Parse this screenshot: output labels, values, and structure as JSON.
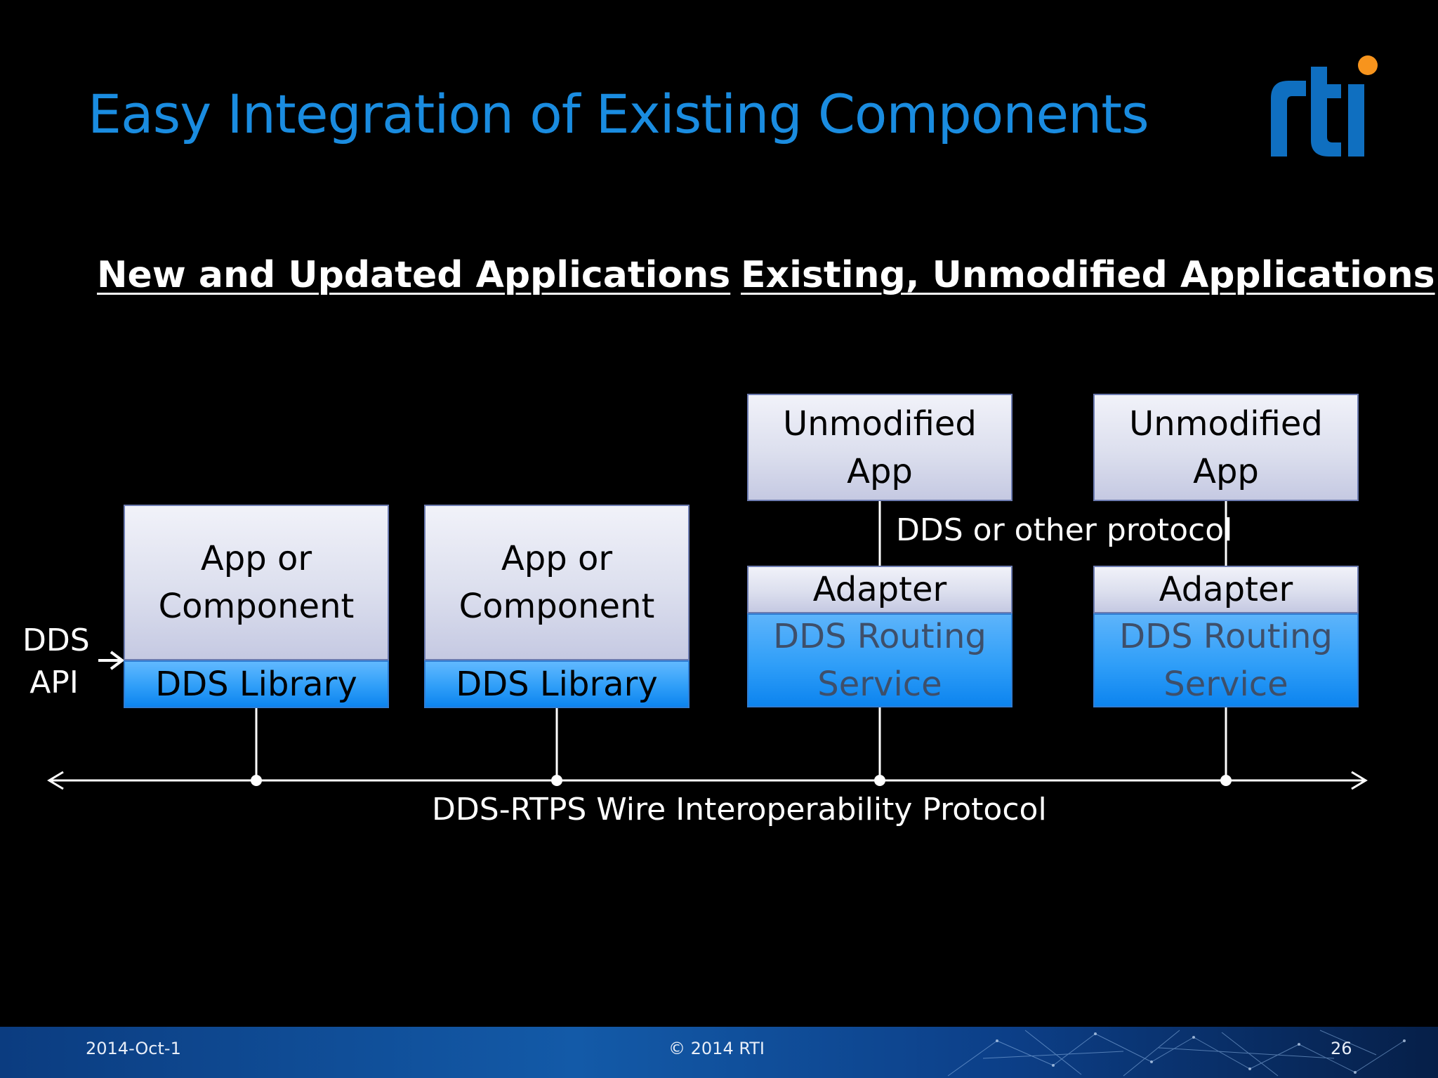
{
  "slide": {
    "title": "Easy Integration of Existing Components",
    "logo_text": "rti",
    "heading_new": "New and Updated Applications",
    "heading_existing": "Existing, Unmodified Applications"
  },
  "new_apps": [
    {
      "app_line1": "App or",
      "app_line2": "Component",
      "library": "DDS Library"
    },
    {
      "app_line1": "App or",
      "app_line2": "Component",
      "library": "DDS Library"
    }
  ],
  "existing_apps": [
    {
      "app_line1": "Unmodified",
      "app_line2": "App",
      "adapter": "Adapter",
      "routing_line1": "DDS Routing",
      "routing_line2": "Service"
    },
    {
      "app_line1": "Unmodified",
      "app_line2": "App",
      "adapter": "Adapter",
      "routing_line1": "DDS Routing",
      "routing_line2": "Service"
    }
  ],
  "labels": {
    "dds_api_line1": "DDS",
    "dds_api_line2": "API",
    "other_protocol": "DDS or other protocol",
    "wire_protocol": "DDS-RTPS Wire Interoperability Protocol"
  },
  "footer": {
    "date": "2014-Oct-1",
    "copyright": "© 2014 RTI",
    "page_number": "26"
  },
  "colors": {
    "title": "#1a8ce0",
    "logo_blue": "#0f6fc0",
    "logo_dot": "#f7941d",
    "box_light": "#dcdfee",
    "library_blue": "#2f9ef8",
    "footer_blue": "#135aa8"
  }
}
